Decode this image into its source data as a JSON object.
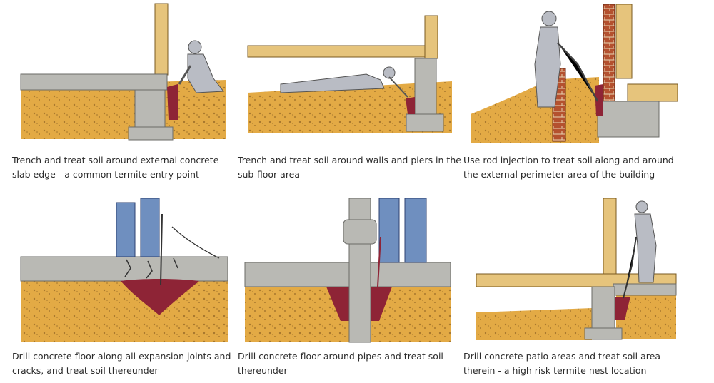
{
  "panels": [
    {
      "caption": "Trench and treat soil around external concrete slab edge - a common termite entry point"
    },
    {
      "caption": "Trench and treat soil around walls and piers in the sub-floor area"
    },
    {
      "caption": "Use rod injection to treat soil along and around the external perimeter area of the building"
    },
    {
      "caption": "Drill concrete floor along all expansion joints and cracks, and treat soil thereunder"
    },
    {
      "caption": "Drill concrete floor around pipes and treat soil thereunder"
    },
    {
      "caption": "Drill concrete patio areas and treat soil area therein - a high risk termite nest location"
    }
  ],
  "colors": {
    "soil": "#e3aa45",
    "soil_dark": "#a8782e",
    "treated": "#8e2436",
    "concrete": "#b9b9b4",
    "timber": "#e6c47c",
    "brick": "#b4512f",
    "worker": "#b9bcc4",
    "jeans": "#6f8fbf"
  }
}
